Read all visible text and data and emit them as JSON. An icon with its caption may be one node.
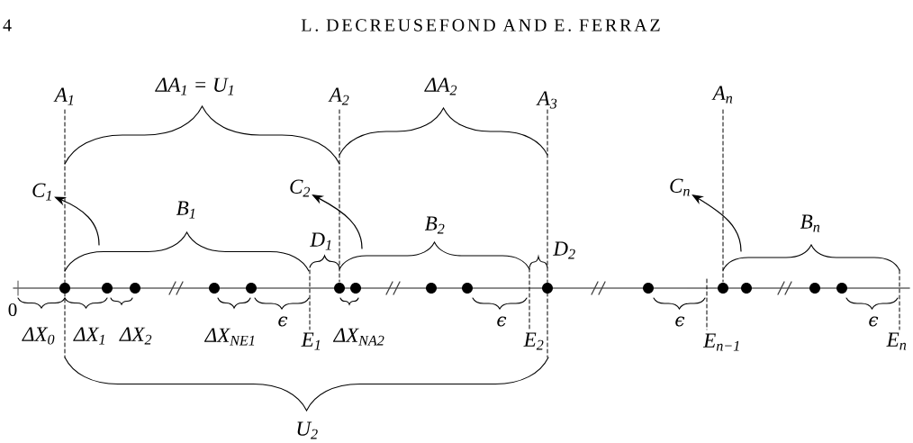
{
  "diagram": {
    "nodes": [
      {
        "text": [
          "C$_{1}$"
        ]
      },
      {
        "text": [
          "C$_{2}$"
        ]
      },
      {
        "text": [
          "C$_{n}$"
        ]
      }
    ],
    "edges": [
      {
        "from": null,
        "to": 0,
        "arrow": "to"
      },
      {
        "from": null,
        "to": 1,
        "arrow": "to"
      },
      {
        "from": null,
        "to": 2,
        "arrow": "to"
      }
    ],
    "labels": [
      "4",
      "L. DECREUSEFOND AND E. FERRAZ",
      "A$_{1}$",
      "ΔA$_{1}$ = U$_{1}$",
      "A$_{2}$",
      "ΔA$_{2}$",
      "A$_{3}$",
      "A$_{n}$",
      "B$_{1}$",
      "B$_{2}$",
      "B$_{n}$",
      "D$_{1}$",
      "D$_{2}$",
      "0",
      "ΔX$_{0}$",
      "ΔX$_{1}$",
      "ΔX$_{2}$",
      "ΔX$_{NE1}$",
      "ϵ",
      "E$_{1}$",
      "ΔX$_{NA2}$",
      "ϵ",
      "E$_{2}$",
      "ϵ",
      "E$_{n−1}$",
      "ϵ",
      "E$_{n}$",
      "U$_{2}$"
    ]
  }
}
